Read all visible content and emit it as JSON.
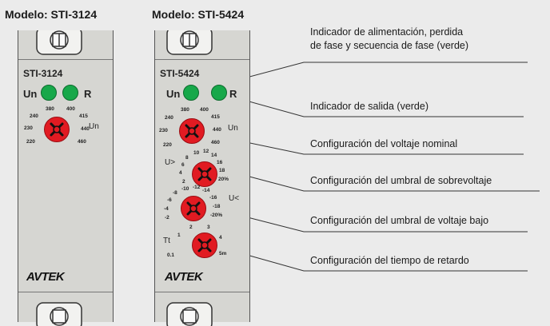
{
  "headers": {
    "left": "Modelo: STI-3124",
    "right": "Modelo: STI-5424"
  },
  "left_device": {
    "model": "STI-3124",
    "led_un": "Un",
    "led_r": "R",
    "knob_label": "Un",
    "ticks": [
      "220",
      "230",
      "240",
      "380",
      "400",
      "415",
      "440",
      "460"
    ],
    "logo": "AVTEK"
  },
  "right_device": {
    "model": "STI-5424",
    "led_un": "Un",
    "led_r": "R",
    "knob1_label": "Un",
    "knob1_ticks": [
      "220",
      "230",
      "240",
      "380",
      "400",
      "415",
      "440",
      "460"
    ],
    "knob2_label": "U>",
    "knob2_ticks": [
      "2",
      "4",
      "6",
      "8",
      "10",
      "12",
      "14",
      "16",
      "18",
      "20%"
    ],
    "knob3_label": "U<",
    "knob3_ticks": [
      "-2",
      "-4",
      "-6",
      "-8",
      "-10",
      "-12",
      "-14",
      "-16",
      "-18",
      "-20%"
    ],
    "knob4_label": "Tt",
    "knob4_ticks": [
      "0.1",
      "1",
      "2",
      "3",
      "4",
      "5m"
    ],
    "logo": "AVTEK"
  },
  "annotations": {
    "power": "Indicador de alimentación, perdida\nde fase y secuencia de fase (verde)",
    "output": "Indicador de salida (verde)",
    "nominal": "Configuración del voltaje nominal",
    "over": "Configuración del umbral de sobrevoltaje",
    "under": "Configuración del umbral de voltaje bajo",
    "delay": "Configuración del tiempo de retardo"
  },
  "colors": {
    "led": "#17a84a",
    "knob": "#e11b22",
    "panel": "#d6d6d2"
  }
}
